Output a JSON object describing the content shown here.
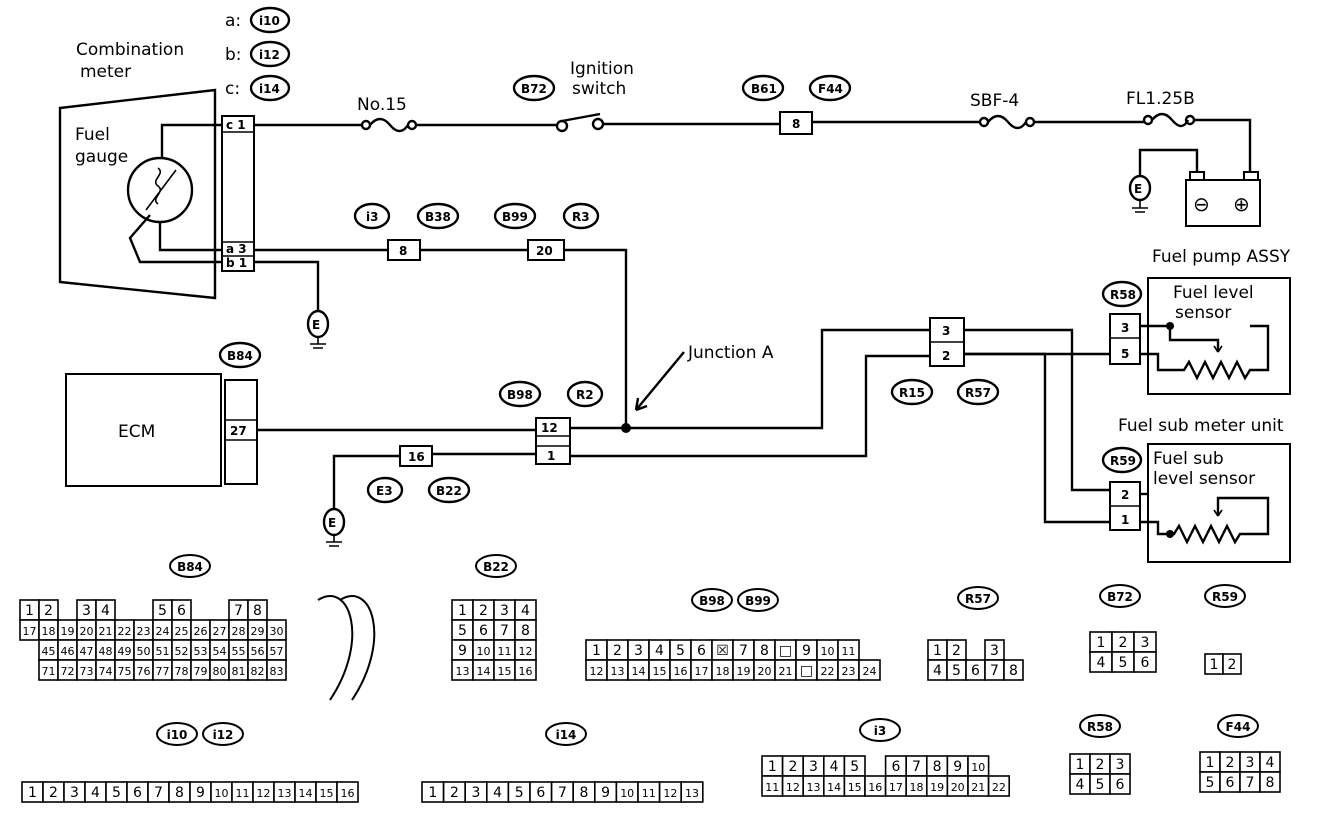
{
  "labels": {
    "combination_meter": [
      "Combination",
      "meter"
    ],
    "fuel_gauge": [
      "Fuel",
      "gauge"
    ],
    "meter_connector_a": "a:",
    "meter_connector_b": "b:",
    "meter_connector_c": "c:",
    "fuse_no15": "No.15",
    "ignition_switch": [
      "Ignition",
      "switch"
    ],
    "sbf": "SBF-4",
    "fl": "FL1.25B",
    "fuel_pump_assy": "Fuel pump ASSY",
    "fuel_level_sensor": [
      "Fuel level",
      "sensor"
    ],
    "fuel_sub_meter_unit": "Fuel sub meter unit",
    "fuel_sub_level_sensor": [
      "Fuel sub",
      "level sensor"
    ],
    "junction_a": "Junction A",
    "ecm": "ECM",
    "ground": "E",
    "battery_minus": "⊖",
    "battery_plus": "⊕"
  },
  "tags": {
    "i10": "i10",
    "i12": "i12",
    "i14": "i14",
    "b72": "B72",
    "b61": "B61",
    "f44": "F44",
    "i3": "i3",
    "b38": "B38",
    "b99": "B99",
    "r3": "R3",
    "b84": "B84",
    "b98": "B98",
    "r2": "R2",
    "e3": "E3",
    "b22": "B22",
    "r15": "R15",
    "r57": "R57",
    "r58": "R58",
    "r59": "R59"
  },
  "pins": {
    "meter_c1": "c 1",
    "meter_a3": "a 3",
    "meter_b1": "b 1",
    "b61_f44": "8",
    "i3_b38": "8",
    "b99_r3": "20",
    "ecm_b84": "27",
    "b98_r2_top": "12",
    "b98_r2_bottom": "1",
    "e3_b22": "16",
    "r15_r57_top": "3",
    "r15_r57_bottom": "2",
    "r58_top": "3",
    "r58_bottom": "5",
    "r59_top": "2",
    "r59_bottom": "1"
  },
  "connectors": [
    {
      "name": "B84",
      "rows": [
        [
          "1",
          "2",
          "",
          "3",
          "4",
          "",
          "",
          "5",
          "6",
          "",
          "",
          "7",
          "8",
          "",
          ""
        ],
        [
          "17",
          "18",
          "19",
          "20",
          "21",
          "22",
          "23",
          "24",
          "25",
          "26",
          "27",
          "28",
          "29",
          "30",
          ""
        ],
        [
          "",
          "45",
          "46",
          "47",
          "48",
          "49",
          "50",
          "51",
          "52",
          "53",
          "54",
          "55",
          "56",
          "57",
          ""
        ],
        [
          "",
          "71",
          "72",
          "73",
          "74",
          "75",
          "76",
          "77",
          "78",
          "79",
          "80",
          "81",
          "82",
          "83",
          ""
        ]
      ]
    },
    {
      "name": "B22",
      "rows": [
        [
          "1",
          "2",
          "3",
          "4"
        ],
        [
          "5",
          "6",
          "7",
          "8"
        ],
        [
          "9",
          "10",
          "11",
          "12"
        ],
        [
          "13",
          "14",
          "15",
          "16"
        ]
      ]
    },
    {
      "name": "B98 B99",
      "rows": [
        [
          "1",
          "2",
          "3",
          "4",
          "5",
          "6",
          "☒",
          "7",
          "8",
          "□",
          "9",
          "10",
          "11"
        ],
        [
          "12",
          "13",
          "14",
          "15",
          "16",
          "17",
          "18",
          "19",
          "20",
          "21",
          "□",
          "22",
          "23",
          "24"
        ]
      ]
    },
    {
      "name": "R57",
      "rows": [
        [
          "1",
          "2",
          "",
          "3"
        ],
        [
          "4",
          "5",
          "6",
          "7",
          "8"
        ]
      ]
    },
    {
      "name": "B72",
      "rows": [
        [
          "1",
          "2",
          "3"
        ],
        [
          "4",
          "5",
          "6"
        ]
      ]
    },
    {
      "name": "R59",
      "rows": [
        [
          "1",
          "2"
        ]
      ]
    },
    {
      "name": "i10 i12",
      "rows": [
        [
          "1",
          "2",
          "3",
          "4",
          "5",
          "6",
          "7",
          "8",
          "9",
          "10",
          "11",
          "12",
          "13",
          "14",
          "15",
          "16"
        ]
      ]
    },
    {
      "name": "i14",
      "rows": [
        [
          "1",
          "2",
          "3",
          "4",
          "5",
          "6",
          "7",
          "8",
          "9",
          "10",
          "11",
          "12",
          "13"
        ]
      ]
    },
    {
      "name": "i3",
      "rows": [
        [
          "1",
          "2",
          "3",
          "4",
          "5",
          "",
          "6",
          "7",
          "8",
          "9",
          "10"
        ],
        [
          "11",
          "12",
          "13",
          "14",
          "15",
          "16",
          "17",
          "18",
          "19",
          "20",
          "21",
          "22"
        ]
      ]
    },
    {
      "name": "R58",
      "rows": [
        [
          "1",
          "2",
          "3"
        ],
        [
          "4",
          "5",
          "6"
        ]
      ]
    },
    {
      "name": "F44",
      "rows": [
        [
          "1",
          "2",
          "3",
          "4"
        ],
        [
          "5",
          "6",
          "7",
          "8"
        ]
      ]
    }
  ]
}
